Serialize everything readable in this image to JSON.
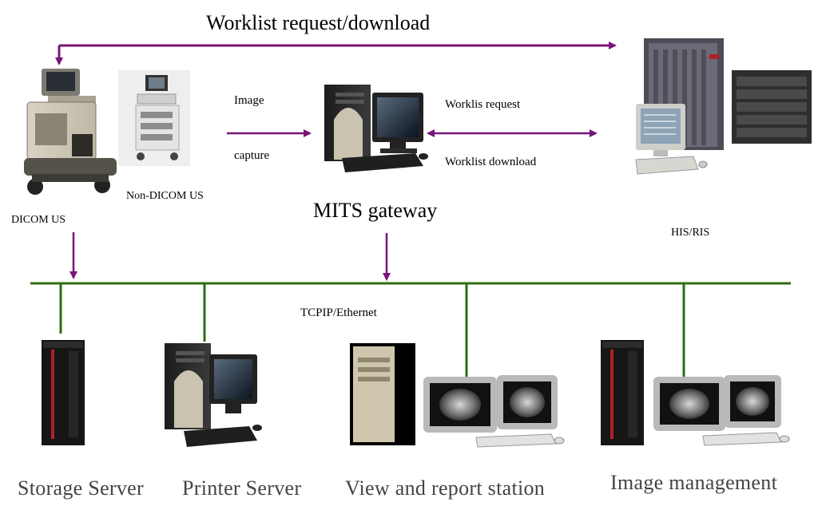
{
  "diagram": {
    "top_label": "Worklist request/download",
    "image_label": "Image",
    "capture_label": "capture",
    "worklist_request_label": "Worklis request",
    "worklist_download_label": "Worklist download",
    "gateway_label": "MITS gateway",
    "dicom_us_label": "DICOM US",
    "non_dicom_us_label": "Non-DICOM US",
    "his_ris_label": "HIS/RIS",
    "network_label": "TCPIP/Ethernet",
    "storage_label": "Storage Server",
    "printer_label": "Printer Server",
    "view_label": "View and report station",
    "image_mgmt_label": "Image management"
  },
  "colors": {
    "arrow": "#7a1478",
    "network": "#2e6e10",
    "rack_red": "#b0202a"
  }
}
